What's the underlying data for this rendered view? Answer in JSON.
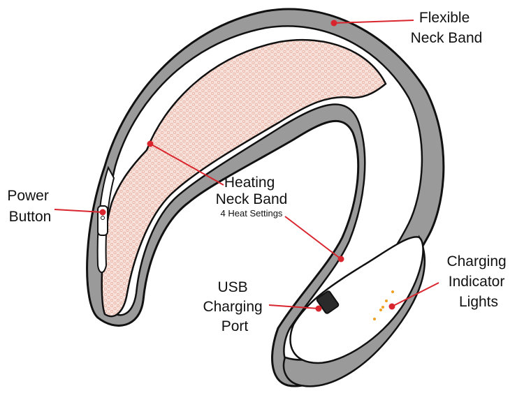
{
  "labels": {
    "flexible_neck_band": [
      "Flexible",
      "Neck Band"
    ],
    "heating_neck_band": [
      "Heating",
      "Neck Band"
    ],
    "heat_settings": "4 Heat Settings",
    "power_button": [
      "Power",
      "Button"
    ],
    "usb_charging_port": [
      "USB",
      "Charging",
      "Port"
    ],
    "charging_indicator_lights": [
      "Charging",
      "Indicator",
      "Lights"
    ]
  },
  "colors": {
    "outline": "#111111",
    "band_gray": "#9a9a9a",
    "heating_fill": "#f6ddd6",
    "heating_mesh": "#e8a393",
    "leader_red": "#d9262e",
    "indicator_amber": "#f0a020"
  },
  "indicator_light_count": 5
}
